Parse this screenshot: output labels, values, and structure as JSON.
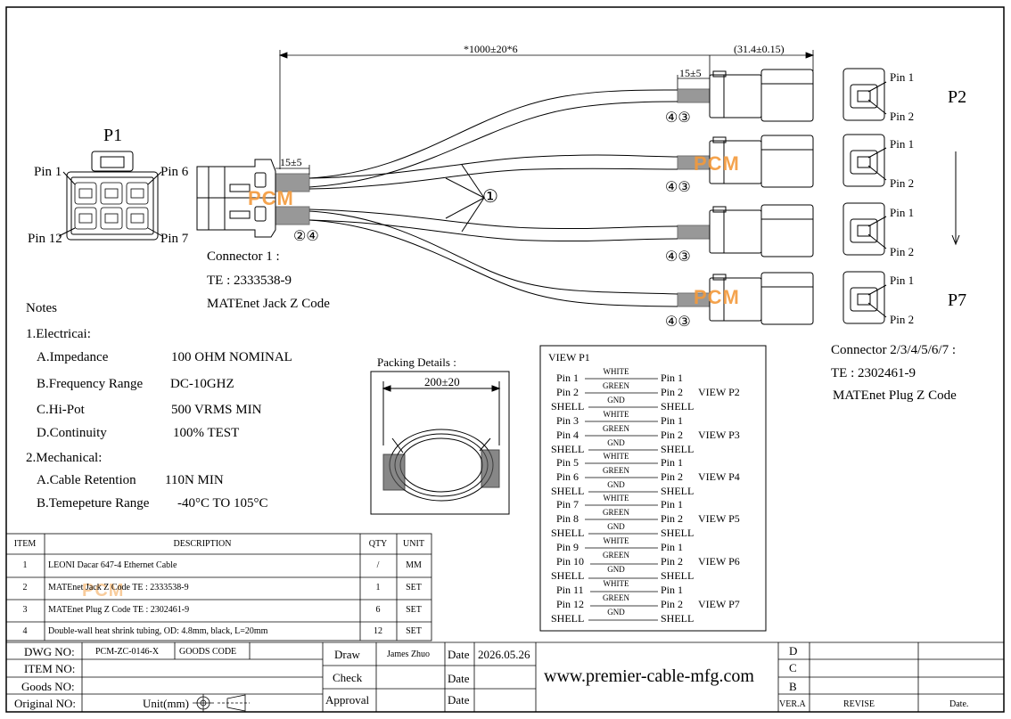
{
  "p1": {
    "title": "P1",
    "pin1": "Pin 1",
    "pin6": "Pin 6",
    "pin12": "Pin 12",
    "pin7": "Pin 7"
  },
  "dims": {
    "length": "*1000±20*6",
    "width": "(31.4±0.15)",
    "strip_right": "15±5",
    "strip_left": "15±5",
    "packing_width": "200±20"
  },
  "callouts": {
    "c1": "①",
    "c24": "②④",
    "c43": "④③"
  },
  "watermark": "PCM",
  "connector1": {
    "line1": "Connector 1 :",
    "line2": "TE : 2333538-9",
    "line3": "MATEnet Jack Z Code"
  },
  "connector2": {
    "line1": "Connector 2/3/4/5/6/7 :",
    "line2": "TE : 2302461-9",
    "line3": "MATEnet Plug Z Code"
  },
  "plugs": {
    "p2": "P2",
    "p7": "P7",
    "pin1": "Pin 1",
    "pin2": "Pin 2"
  },
  "notes": {
    "title": "Notes",
    "electrical": "1.Electricai:",
    "mechanical": "2.Mechanical:",
    "items": [
      {
        "label": "A.Impedance",
        "value": "100 OHM NOMINAL"
      },
      {
        "label": "B.Frequency Range",
        "value": "DC-10GHZ"
      },
      {
        "label": "C.Hi-Pot",
        "value": "500 VRMS MIN"
      },
      {
        "label": "D.Continuity",
        "value": "100% TEST"
      },
      {
        "label": "A.Cable Retention",
        "value": "110N MIN"
      },
      {
        "label": "B.Temepeture Range",
        "value": "-40°C TO 105°C"
      }
    ]
  },
  "packing": {
    "title": "Packing Details :"
  },
  "view_p1": {
    "title": "VIEW P1",
    "groups": [
      {
        "a": "Pin 1",
        "b": "Pin 2",
        "view": "VIEW P2"
      },
      {
        "a": "Pin 3",
        "b": "Pin 4",
        "view": "VIEW P3"
      },
      {
        "a": "Pin 5",
        "b": "Pin 6",
        "view": "VIEW P4"
      },
      {
        "a": "Pin 7",
        "b": "Pin 8",
        "view": "VIEW P5"
      },
      {
        "a": "Pin 9",
        "b": "Pin 10",
        "view": "VIEW P6"
      },
      {
        "a": "Pin 11",
        "b": "Pin 12",
        "view": "VIEW P7"
      }
    ],
    "white": "WHITE",
    "green": "GREEN",
    "gnd": "GND",
    "shell": "SHELL",
    "pin1": "Pin 1",
    "pin2": "Pin 2"
  },
  "bom": {
    "headers": [
      "ITEM",
      "DESCRIPTION",
      "QTY",
      "UNIT"
    ],
    "rows": [
      {
        "item": "1",
        "desc": "LEONI Dacar 647-4 Ethernet Cable",
        "qty": "/",
        "unit": "MM"
      },
      {
        "item": "2",
        "desc": "MATEnet Jack Z Code TE : 2333538-9",
        "qty": "1",
        "unit": "SET"
      },
      {
        "item": "3",
        "desc": "MATEnet Plug Z Code TE : 2302461-9",
        "qty": "6",
        "unit": "SET"
      },
      {
        "item": "4",
        "desc": "Double-wall heat shrink tubing, OD: 4.8mm, black, L=20mm",
        "qty": "12",
        "unit": "SET"
      }
    ]
  },
  "titleblock": {
    "dwg_label": "DWG NO:",
    "dwg_value": "PCM-ZC-0146-X",
    "goods_code": "GOODS CODE",
    "item_label": "ITEM NO:",
    "goods_label": "Goods NO:",
    "orig_label": "Original NO:",
    "unit": "Unit(mm)",
    "draw": "Draw",
    "drawer": "James Zhuo",
    "check": "Check",
    "approval": "Approval",
    "date": "Date",
    "date_value": "2026.05.26",
    "website": "www.premier-cable-mfg.com",
    "rev_d": "D",
    "rev_c": "C",
    "rev_b": "B",
    "vera": "VER.A",
    "revise": "REVISE",
    "rev_date": "Date."
  }
}
